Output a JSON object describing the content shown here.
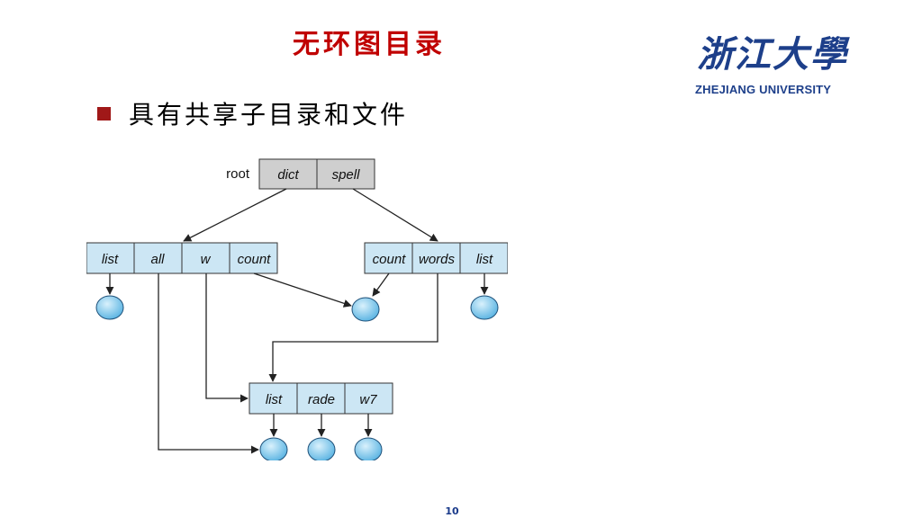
{
  "slide": {
    "title": "无环图目录",
    "bullet": "具有共享子目录和文件",
    "page_number": "10"
  },
  "logo": {
    "script_text": "浙江大學",
    "subtitle": "ZHEJIANG UNIVERSITY"
  },
  "diagram": {
    "root_label": "root",
    "root_entries": [
      "dict",
      "spell"
    ],
    "dict_entries": [
      "list",
      "all",
      "w",
      "count"
    ],
    "spell_entries": [
      "count",
      "words",
      "list"
    ],
    "w_entries": [
      "list",
      "rade",
      "w7"
    ]
  },
  "colors": {
    "title": "#c00000",
    "bullet": "#a01818",
    "directory_cell": "#cce6f4",
    "root_cell": "#cfcfcf",
    "file_node": "#6cbfe8",
    "logo": "#1d3f8a"
  }
}
